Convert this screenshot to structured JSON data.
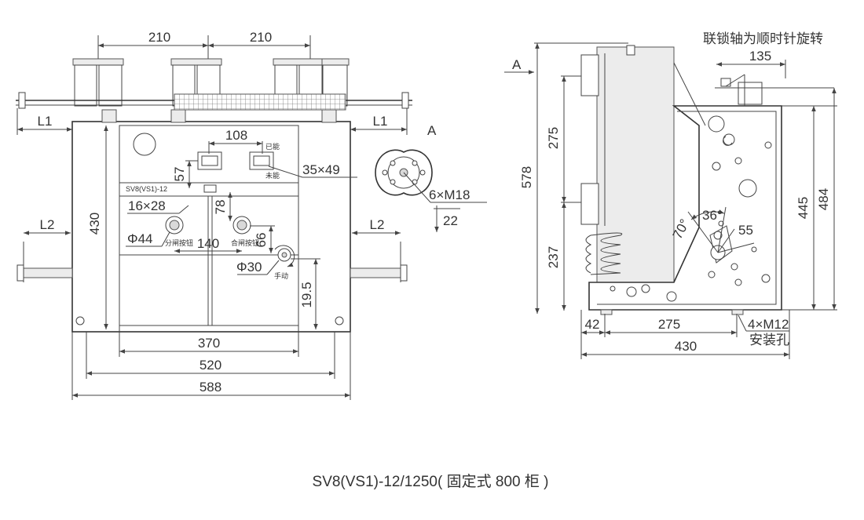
{
  "colors": {
    "line": "#444444",
    "fill_gray": "#d9d9d9",
    "fill_light": "#ececec",
    "text": "#333333"
  },
  "front_view": {
    "dims": {
      "top_left": "210",
      "top_right": "210",
      "l1_left": "L1",
      "l1_right": "L1",
      "l2_left": "L2",
      "l2_right": "L2",
      "height": "430",
      "d108": "108",
      "d57": "57",
      "d78": "78",
      "d16x28": "16×28",
      "d35x49": "35×49",
      "phi44": "Φ44",
      "d140": "140",
      "d66": "66",
      "phi30": "Φ30",
      "d19_5": "19.5",
      "w370": "370",
      "w520": "520",
      "w588": "588"
    },
    "labels": {
      "model": "SV8(VS1)-12",
      "energy_stored": "已能",
      "energy_not_stored": "未能",
      "open_button": "分闸按钮",
      "close_button": "合闸按钮",
      "manual": "手动"
    }
  },
  "detail_a": {
    "title": "A",
    "dims": {
      "bolts": "6×M18",
      "d22": "22"
    }
  },
  "side_view": {
    "view_marker": "A",
    "note": "联锁轴为顺时针旋转",
    "dims": {
      "d135": "135",
      "d578": "578",
      "d275_v": "275",
      "d237": "237",
      "d445": "445",
      "d484": "484",
      "ang70": "70°",
      "ang36": "36°",
      "d55": "55",
      "d42": "42",
      "d275_h": "275",
      "d430": "430",
      "holes": "4×M12",
      "holes_label": "安装孔"
    }
  },
  "caption": "SV8(VS1)-12/1250( 固定式 800 柜 )"
}
